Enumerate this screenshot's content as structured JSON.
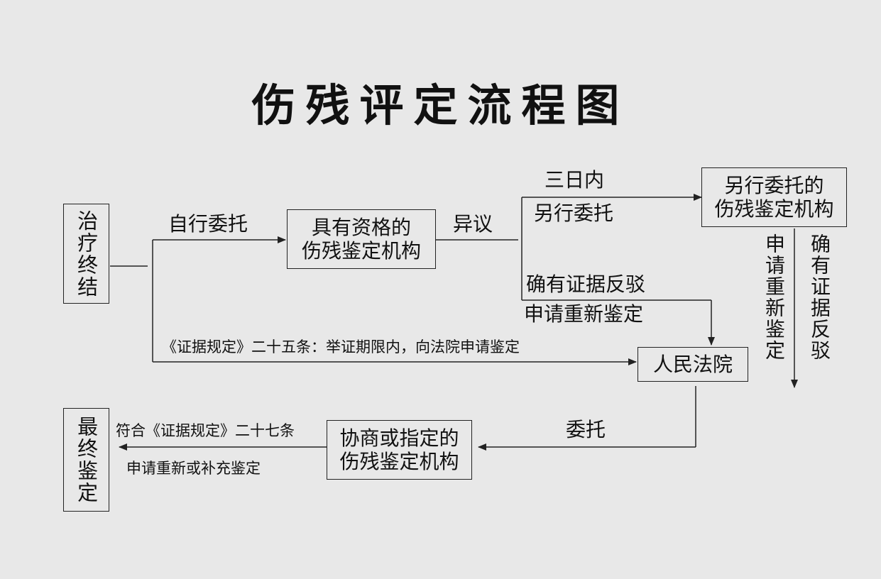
{
  "title": "伤残评定流程图",
  "nodes": {
    "treatment_end": "治疗终结",
    "qualified_institution": "具有资格的\n伤残鉴定机构",
    "other_institution": "另行委托的\n伤残鉴定机构",
    "court": "人民法院",
    "negotiated_institution": "协商或指定的\n伤残鉴定机构",
    "final_appraisal": "最终鉴定"
  },
  "labels": {
    "self_entrust": "自行委托",
    "objection": "异议",
    "within_three_days": "三日内",
    "entrust_other": "另行委托",
    "rebuttal_evidence": "确有证据反驳",
    "apply_reappraisal": "申请重新鉴定",
    "rule_25": "《证据规定》二十五条：举证期限内，向法院申请鉴定",
    "entrust": "委托",
    "rule_27": "符合《证据规定》二十七条",
    "apply_re_or_supplement": "申请重新或补充鉴定",
    "v_apply_reappraisal": "申请重新鉴定",
    "v_rebuttal_evidence": "确有证据反驳"
  }
}
